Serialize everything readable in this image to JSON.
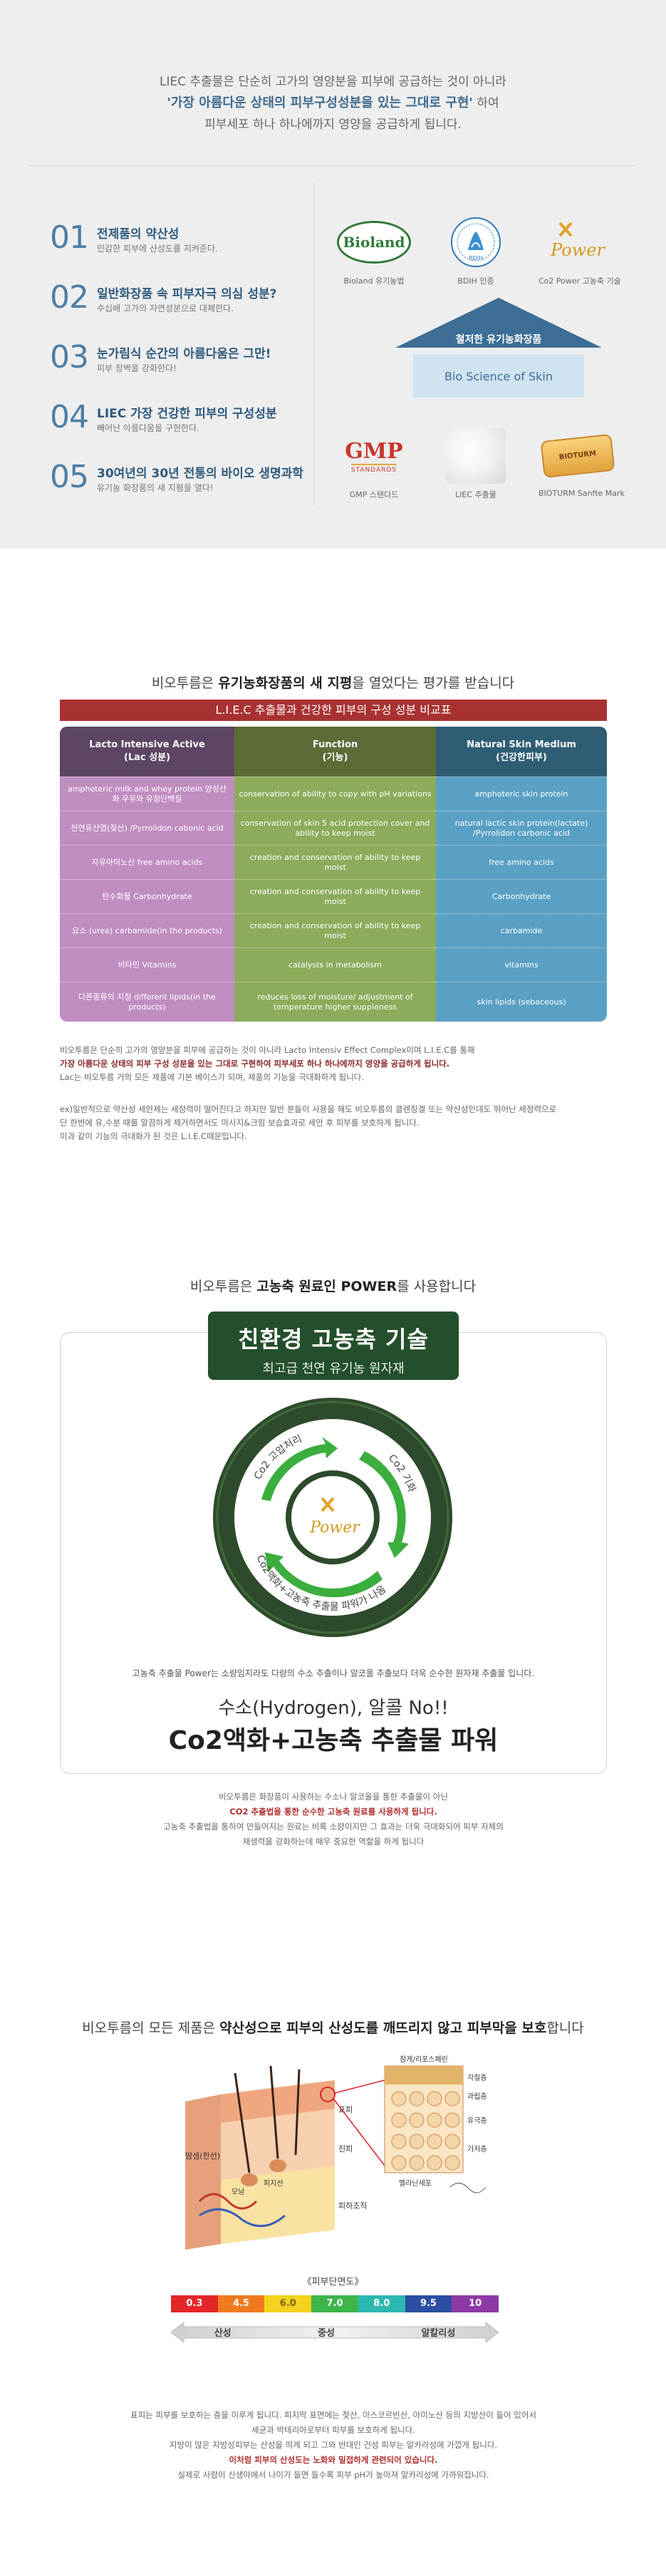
{
  "section1": {
    "intro": {
      "line1": "LIEC 추출물은 단순히 고가의 영양분을 피부에 공급하는 것이 아니라",
      "line2": "'가장 아름다운 상태의 피부구성성분을 있는 그대로 구현'",
      "line2_suffix": "하여",
      "line3": "피부세포 하나 하나에까지 영양을 공급하게 됩니다."
    },
    "points": [
      {
        "num": "01",
        "title": "전제품의 약산성",
        "sub": "민감한 피부에 산성도를 지켜준다."
      },
      {
        "num": "02",
        "title": "일반화장품 속 피부자극 의심 성분?",
        "sub": "수십배 고가의 자연성분으로 대체한다."
      },
      {
        "num": "03",
        "title": "눈가림식 순간의 아름다움은 그만!",
        "sub": "피부 장벽을 강화한다!"
      },
      {
        "num": "04",
        "title": "LIEC 가장 건강한 피부의 구성성분",
        "sub": "빼어난 아름다움을 구현한다."
      },
      {
        "num": "05",
        "title": "30여년의 30년 전통의 바이오 생명과학",
        "sub": "유기농 화장품의 새 지평을 열다!"
      }
    ],
    "logos_top": [
      {
        "caption": "Bioland 유기농법",
        "mark": "Bioland"
      },
      {
        "caption": "BDIH 인증",
        "mark": "BDIH"
      },
      {
        "caption": "Co2 Power 고농축 기술",
        "mark": "Power"
      }
    ],
    "house": {
      "head": "철저한 유기농화장품",
      "body": "Bio Science of Skin"
    },
    "logos_bottom": [
      {
        "caption": "GMP 스탠다드",
        "mark": "GMP",
        "mark_sub": "STANDARDS"
      },
      {
        "caption": "LIEC 추출물",
        "mark": ""
      },
      {
        "caption": "BIOTURM Sanfte Mark",
        "mark": "BIOTURM"
      }
    ]
  },
  "section2": {
    "title_pre": "비오투름은 ",
    "title_bold": "유기농화장품의 새 지평",
    "title_post": "을 열었다는 평가를 받습니다",
    "bar": "L.I.E.C 추출물과 건강한 피부의 구성 성분 비교표",
    "headers": [
      {
        "line1": "Lacto Intensive Active",
        "line2": "(Lac 성분)"
      },
      {
        "line1": "Function",
        "line2": "(기능)"
      },
      {
        "line1": "Natural Skin Medium",
        "line2": "(건강한피부)"
      }
    ],
    "rows": [
      {
        "c1": "amphoteric milk and whey protein 양성산화 우유와 유청단백질",
        "c2": "conservation of ability to copy with pH variations",
        "c3": "amphoteric skin protein"
      },
      {
        "c1": "천연유산염(젖산) /Pyrrolidon cabonic acid",
        "c2": "conservation of skin 5 acid protection cover and ability to keep moist",
        "c3": "natural lactic skin protein(lactate) /Pyrrolidon carbonic acid"
      },
      {
        "c1": "자유아미노산 free amino acids",
        "c2": "creation and conservation of ability to keep moist",
        "c3": "free amino acids"
      },
      {
        "c1": "탄수화물 Carbonhydrate",
        "c2": "creation and conservation of ability to keep moist",
        "c3": "Carbonhydrate"
      },
      {
        "c1": "요소 (urea) carbamide(in the products)",
        "c2": "creation and conservation of ability to keep moist",
        "c3": "carbamide"
      },
      {
        "c1": "비타민 Vitamins",
        "c2": "catalysts in metabolism",
        "c3": "vitamins"
      },
      {
        "c1": "다른종류의 지질 different lipids(in the products)",
        "c2": "reduces loss of moisture/ adjustment of temperature higher suppleness",
        "c3": "skin lipids (sebaceous)"
      }
    ],
    "para1_line1": "비오투름은 단순히 고가의 영양분을 피부에 공급하는 것이 아니라 Lacto Intensiv Effect Complex이며 L.I.E.C를 통해",
    "para1_line2": "가장 아름다운 상태의 피부 구성 성분을 있는 그대로 구현하여 피부세포 하나 하나에까지 영양을 공급하게 됩니다.",
    "para1_line3": "Lac는 비오투름 거의 모든 제품에 기본 베이스가 되며, 제품의 기능을 극대화하게 됩니다.",
    "para2_line1": "ex)일반적으로 약산성 세안제는 세정력이 떨어진다고 하지만 일반 분들이 사용을 해도 비오투름의 클렌징겔 또는 약산성인데도 뛰어난 세정력으로",
    "para2_line2": "단 한번에 유,수분 때를 말끔하게 제거하면서도 마사지&크림 보습효과로 세안 후 피부를 보호하게 됩니다.",
    "para2_line3": "이과 같이 기능의 극대화가 된 것은 L.I.E.C때문입니다."
  },
  "section3": {
    "title_pre": "비오투름은 ",
    "title_bold": "고농축 원료인 POWER",
    "title_post": "를 사용합니다",
    "green_line1": "친환경 고농축 기술",
    "green_line2": "최고급 천연 유기농 원자재",
    "cycle_top_left": "Co2 고압처리",
    "cycle_right": "Co2 기화",
    "cycle_bottom": "Co2액화+고농축 추출물 파워가 나옴",
    "center_mark": "Power",
    "caption": "고농축 추출물 Power는 소량임지라도 다량의 수소 추출이나 알코올 추출보다 더욱 순수한 원자재 추출물 입니다.",
    "headline1": "수소(Hydrogen), 알콜 No!!",
    "headline2": "Co2액화+고농축 추출물 파워",
    "para_line1": "비오투름은 화장품이 사용하는 수소나 알코올을 통한 추출물이 아닌",
    "para_line2": "CO2 추출법을 통한 순수한 고농축 원료를 사용하게 됩니다.",
    "para_line3": "고농축 추출법을 통하여 만들어지는 원료는 비록 소량이지만 그 효과는 더욱 극대화되어 피부 자체의",
    "para_line4": "재생력을 강화하는데 매우 중요한 역할을 하게 됩니다"
  },
  "section4": {
    "title_pre": "비오투름의 모든 제품은 ",
    "title_bold": "약산성으로 피부의 산성도를 깨뜨리지 않고 피부막을 보호",
    "title_post": "합니다",
    "skin_labels": {
      "top_callout": "참게/리포스페린",
      "left1": "땀샘(한선)",
      "l_pi": "표피",
      "l_jin": "진피",
      "l_hypo": "피하조직",
      "r1": "각질층",
      "r2": "과립층",
      "r3": "유극층",
      "r4": "기저층",
      "r_bottom": "멜라닌세포",
      "mid1": "모낭",
      "mid2": "피지선"
    },
    "caption": "《피부단면도》",
    "ph_values": [
      "0.3",
      "4.5",
      "6.0",
      "7.0",
      "8.0",
      "9.5",
      "10"
    ],
    "ph_colors": [
      "#e4262a",
      "#f07b1f",
      "#f3d11f",
      "#3db54a",
      "#2cb8b1",
      "#2c4ea3",
      "#8e3aa6"
    ],
    "ph_labels": [
      "산성",
      "중성",
      "알칼리성"
    ],
    "para_line1": "표피는 피부를 보호하는 층을 이루게 됩니다. 피지막 표면에는 젖산, 아스코르빈산, 아미노산 등의 지방산이 들어 있어서",
    "para_line2": "세균과 박테리아로부터 피부를 보호하게 됩니다.",
    "para_line3": "지방이 많은 지방성피부는 산성을 띄게 되고 그와 반대인 건성 피부는 알카라성에 가깝게 됩니다.",
    "para_line4": "이처럼 피부의 산성도는 노화와 밀접하게 관련되어 있습니다.",
    "para_line5": "실제로 사람이 신생아에서 나이가 들면 들수록 피부 pH가 높아져 알카리성에 가까워집니다."
  }
}
